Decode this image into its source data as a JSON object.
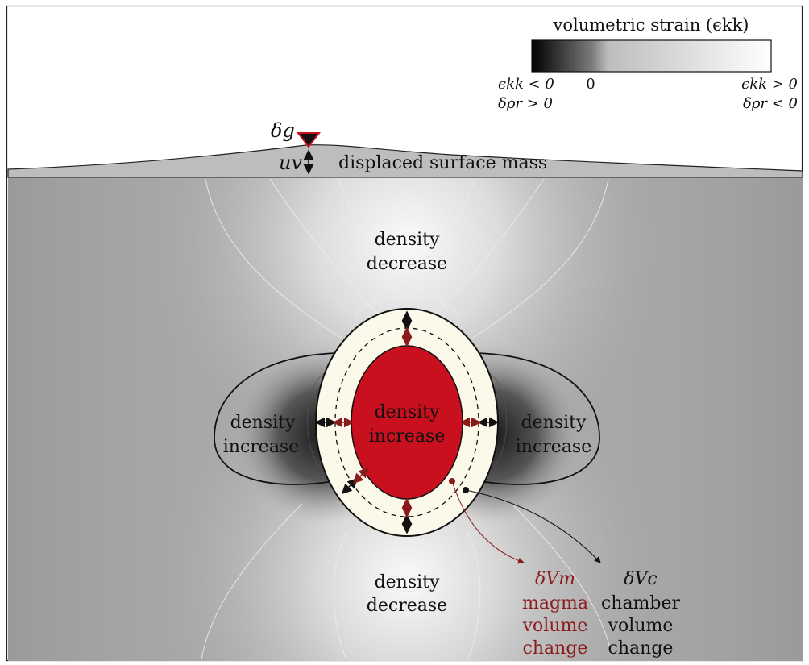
{
  "colorbar": {
    "title": "volumetric strain (ϵkk)",
    "zero_tick": "0",
    "left_line1": "ϵkk < 0",
    "left_line2": "δρr > 0",
    "right_line1": "ϵkk > 0",
    "right_line2": "δρr < 0"
  },
  "surface": {
    "gravity_symbol": "δg",
    "uplift_symbol": "uv",
    "mass_label": "displaced surface mass"
  },
  "regions": {
    "top": [
      "density",
      "decrease"
    ],
    "bottom": [
      "density",
      "decrease"
    ],
    "left": [
      "density",
      "increase"
    ],
    "right": [
      "density",
      "increase"
    ],
    "center": [
      "density",
      "increase"
    ]
  },
  "callouts": {
    "magma": {
      "symbol": "δVm",
      "lines": [
        "magma",
        "volume",
        "change"
      ]
    },
    "chamber": {
      "symbol": "δVc",
      "lines": [
        "chamber",
        "volume",
        "change"
      ]
    }
  },
  "colors": {
    "magma_red": "#c8101e",
    "chamber_fill": "#fbf9ea",
    "callout_red": "#8b1a1a",
    "host_gray": "#a8a8a8"
  }
}
